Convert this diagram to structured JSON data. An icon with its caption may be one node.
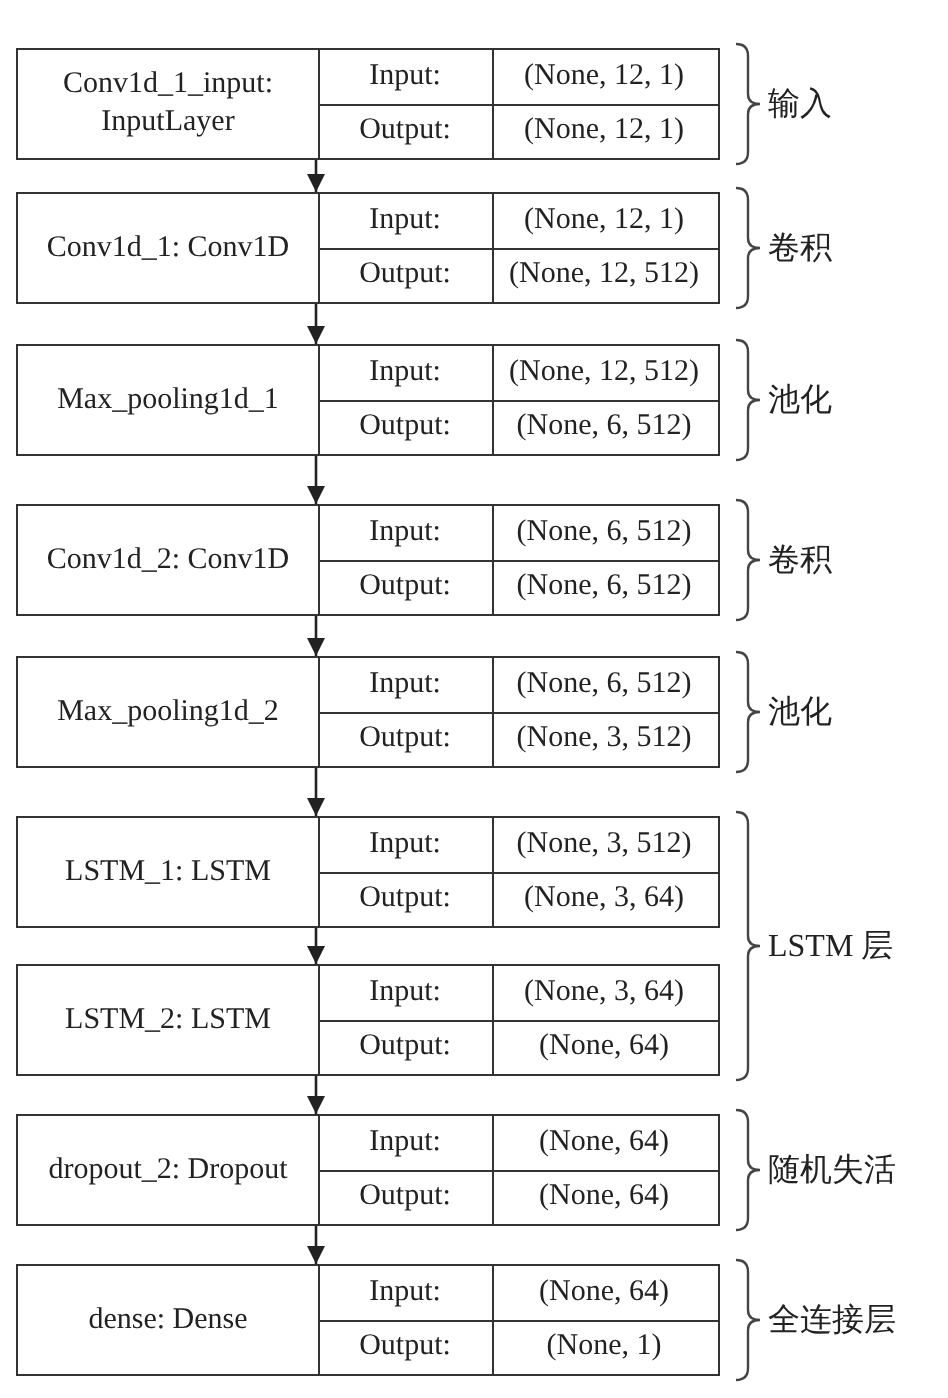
{
  "diagram": {
    "nodes": [
      {
        "text": [
          "Conv1d_1_input: InputLayer",
          "Input:",
          "(None, 12, 1)",
          "Output:",
          "(None, 12, 1)"
        ]
      },
      {
        "text": [
          "Conv1d_1: Conv1D",
          "Input:",
          "(None, 12, 1)",
          "Output:",
          "(None, 12, 512)"
        ]
      },
      {
        "text": [
          "Max_pooling1d_1",
          "Input:",
          "(None, 12, 512)",
          "Output:",
          "(None, 6, 512)"
        ]
      },
      {
        "text": [
          "Conv1d_2: Conv1D",
          "Input:",
          "(None, 6, 512)",
          "Output:",
          "(None, 6, 512)"
        ]
      },
      {
        "text": [
          "Max_pooling1d_2",
          "Input:",
          "(None, 6, 512)",
          "Output:",
          "(None, 3, 512)"
        ]
      },
      {
        "text": [
          "LSTM_1: LSTM",
          "Input:",
          "(None, 3, 512)",
          "Output:",
          "(None, 3, 64)"
        ]
      },
      {
        "text": [
          "LSTM_2: LSTM",
          "Input:",
          "(None, 3, 64)",
          "Output:",
          "(None, 64)"
        ]
      },
      {
        "text": [
          "dropout_2: Dropout",
          "Input:",
          "(None, 64)",
          "Output:",
          "(None, 64)"
        ]
      },
      {
        "text": [
          "dense: Dense",
          "Input:",
          "(None, 64)",
          "Output:",
          "(None, 1)"
        ]
      }
    ],
    "edges": [
      {
        "from": 0,
        "to": 1,
        "arrow": "to"
      },
      {
        "from": 1,
        "to": 2,
        "arrow": "to"
      },
      {
        "from": 2,
        "to": 3,
        "arrow": "to"
      },
      {
        "from": 3,
        "to": 4,
        "arrow": "to"
      },
      {
        "from": 4,
        "to": 5,
        "arrow": "to"
      },
      {
        "from": 5,
        "to": 6,
        "arrow": "to"
      },
      {
        "from": 6,
        "to": 7,
        "arrow": "to"
      },
      {
        "from": 7,
        "to": 8,
        "arrow": "to"
      }
    ],
    "labels": [
      "输入",
      "卷积",
      "池化",
      "卷积",
      "池化",
      "LSTM 层",
      "随机失活",
      "全连接层"
    ]
  }
}
